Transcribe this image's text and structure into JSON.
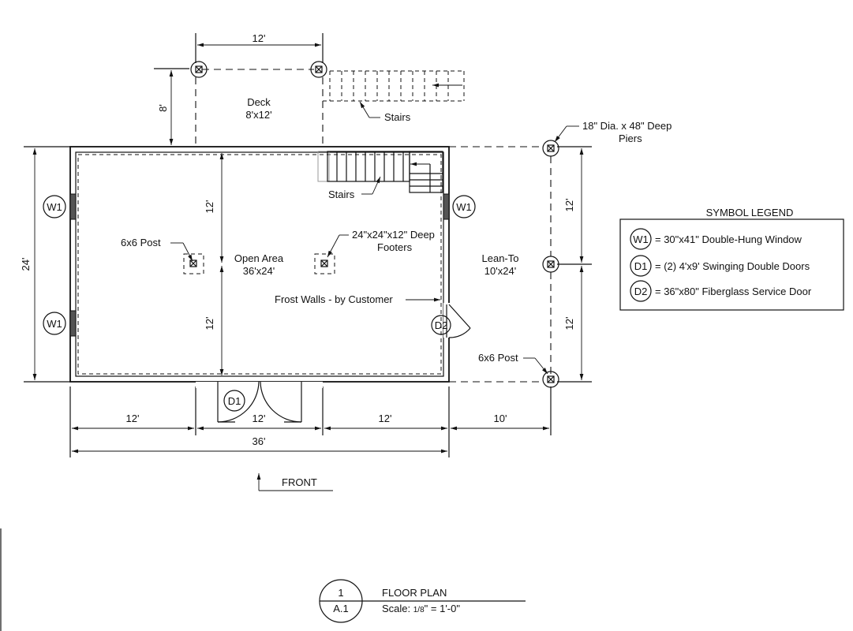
{
  "deck": {
    "width_dim": "12'",
    "depth_dim": "8'",
    "name": "Deck",
    "size": "8'x12'"
  },
  "stairs_top": "Stairs",
  "stairs_inner": "Stairs",
  "piers_note_line1": "18\" Dia. x 48\" Deep",
  "piers_note_line2": "Piers",
  "open_area": {
    "name": "Open Area",
    "size": "36'x24'"
  },
  "post_left": "6x6 Post",
  "post_right": "6x6 Post",
  "footers_line1": "24\"x24\"x12\" Deep",
  "footers_line2": "Footers",
  "frost_walls": "Frost Walls - by Customer",
  "lean_to": {
    "name": "Lean-To",
    "size": "10'x24'"
  },
  "window_tag": "W1",
  "door_tag_d1": "D1",
  "door_tag_d2": "D2",
  "dims": {
    "overall_height": "24'",
    "inner_top": "12'",
    "inner_bottom": "12'",
    "lean_top": "12'",
    "lean_bottom": "12'",
    "bottom_left": "12'",
    "bottom_mid": "12'",
    "bottom_right": "12'",
    "bottom_lean": "10'",
    "overall_width": "36'"
  },
  "front_label": "FRONT",
  "legend": {
    "title": "SYMBOL LEGEND",
    "items": [
      {
        "tag": "W1",
        "text": "= 30\"x41\" Double-Hung Window"
      },
      {
        "tag": "D1",
        "text": "= (2) 4'x9' Swinging Double Doors"
      },
      {
        "tag": "D2",
        "text": "= 36\"x80\" Fiberglass Service Door"
      }
    ]
  },
  "title_block": {
    "number": "1",
    "sheet": "A.1",
    "title": "FLOOR PLAN",
    "scale_prefix": "Scale: ",
    "scale_fraction": "1/8",
    "scale_suffix": "\" = 1'-0\""
  }
}
